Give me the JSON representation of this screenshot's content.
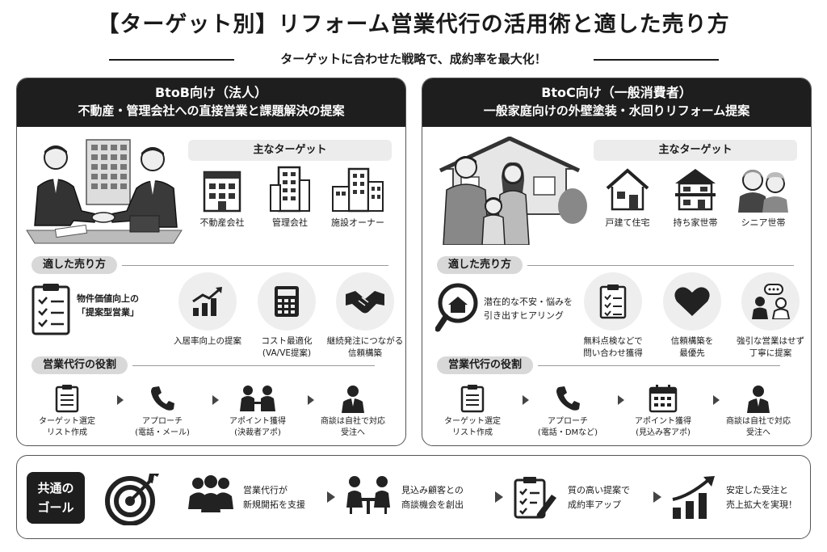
{
  "title": "【ターゲット別】リフォーム営業代行の活用術と適した売り方",
  "subtitle": "ターゲットに合わせた戦略で、成約率を最大化！",
  "btob": {
    "heading": "BtoB向け（法人）",
    "subheading": "不動産・管理会社への直接営業と課題解決の提案",
    "targets_title": "主なターゲット",
    "targets": [
      "不動産会社",
      "管理会社",
      "施設オーナー"
    ],
    "methods_title": "適した売り方",
    "method_main": [
      "物件価値向上の",
      "「提案型営業」"
    ],
    "methods": [
      [
        "入居率向上の提案"
      ],
      [
        "コスト最適化",
        "(VA/VE提案)"
      ],
      [
        "継続発注につながる",
        "信頼構築"
      ]
    ],
    "roles_title": "営業代行の役割",
    "flow": [
      [
        "ターゲット選定",
        "リスト作成"
      ],
      [
        "アプローチ",
        "(電話・メール)"
      ],
      [
        "アポイント獲得",
        "(決裁者アポ)"
      ],
      [
        "商談は自社で対応",
        "受注へ"
      ]
    ]
  },
  "btoc": {
    "heading": "BtoC向け（一般消費者）",
    "subheading": "一般家庭向けの外壁塗装・水回りリフォーム提案",
    "targets_title": "主なターゲット",
    "targets": [
      "戸建て住宅",
      "持ち家世帯",
      "シニア世帯"
    ],
    "methods_title": "適した売り方",
    "method_main": [
      "潜在的な不安・悩みを",
      "引き出すヒアリング"
    ],
    "methods": [
      [
        "無料点検などで",
        "問い合わせ獲得"
      ],
      [
        "信頼構築を",
        "最優先"
      ],
      [
        "強引な営業はせず",
        "丁寧に提案"
      ]
    ],
    "roles_title": "営業代行の役割",
    "flow": [
      [
        "ターゲット選定",
        "リスト作成"
      ],
      [
        "アプローチ",
        "(電話・DMなど)"
      ],
      [
        "アポイント獲得",
        "(見込み客アポ)"
      ],
      [
        "商談は自社で対応",
        "受注へ"
      ]
    ]
  },
  "goal": {
    "tag": [
      "共通の",
      "ゴール"
    ],
    "steps": [
      [
        "営業代行が",
        "新規開拓を支援"
      ],
      [
        "見込み顧客との",
        "商談機会を創出"
      ],
      [
        "質の高い提案で",
        "成約率アップ"
      ],
      [
        "安定した受注と",
        "売上拡大を実現！"
      ]
    ]
  },
  "colors": {
    "dark": "#1e1e1e",
    "pill": "#d8d8d8",
    "circle": "#eeeeee",
    "accent": "#1a1a1a"
  }
}
